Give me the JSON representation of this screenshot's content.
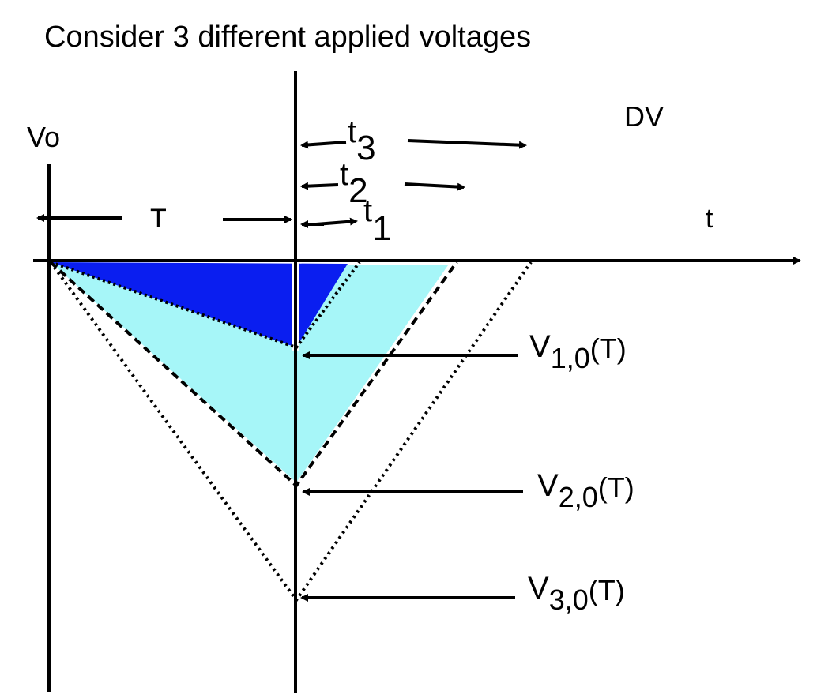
{
  "title": "Consider 3 different applied voltages",
  "labels": {
    "vo": "Vo",
    "dv": "DV",
    "t_axis": "t",
    "period": "T"
  },
  "intervals": [
    {
      "base": "t",
      "sub": "1"
    },
    {
      "base": "t",
      "sub": "2"
    },
    {
      "base": "t",
      "sub": "3"
    }
  ],
  "voltages": [
    {
      "base": "V",
      "sub": "1,0",
      "suffix": "(T)"
    },
    {
      "base": "V",
      "sub": "2,0",
      "suffix": "(T)"
    },
    {
      "base": "V",
      "sub": "3,0",
      "suffix": "(T)"
    }
  ],
  "colors": {
    "dark_fill": "#0a1ef0",
    "light_fill": "#a6f6f8",
    "line": "#000000"
  }
}
